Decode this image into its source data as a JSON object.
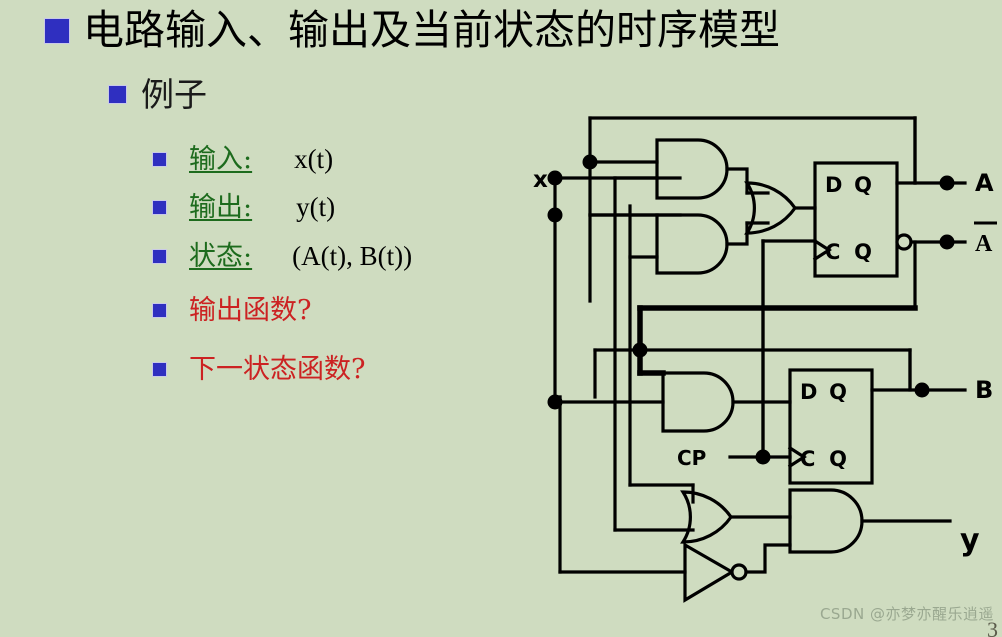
{
  "slide": {
    "background_color": "#cfdcc0",
    "bullet_color": "#2f2fc0",
    "title": "电路输入、输出及当前状态的时序模型",
    "subtitle": "例子",
    "page_number": "3",
    "watermark": "CSDN @亦梦亦醒乐逍遥"
  },
  "bullets": [
    {
      "label": "输入:",
      "value": "x(t)",
      "color": "#1d6b1d",
      "underline": true
    },
    {
      "label": "输出:",
      "value": "y(t)",
      "color": "#1d6b1d",
      "underline": true
    },
    {
      "label": "状态:",
      "value": "(A(t), B(t))",
      "color": "#1d6b1d",
      "underline": true
    },
    {
      "label": "输出函数?",
      "value": "",
      "color": "#cc2222",
      "underline": false
    },
    {
      "label": "下一状态函数?",
      "value": "",
      "color": "#cc2222",
      "underline": false
    }
  ],
  "circuit": {
    "input_label": "x",
    "clock_label": "CP",
    "outputs": [
      {
        "name": "A"
      },
      {
        "name": "A",
        "overline": true
      },
      {
        "name": "B"
      },
      {
        "name": "y"
      }
    ],
    "flipflops": [
      {
        "d": "D",
        "c": "C",
        "q": "Q",
        "qbar": "Q",
        "out": "A",
        "out_bar": "A"
      },
      {
        "d": "D",
        "c": "C",
        "q": "Q",
        "qbar": "Q",
        "out": "B"
      }
    ],
    "gates": [
      {
        "type": "and",
        "id": "and1"
      },
      {
        "type": "and",
        "id": "and2"
      },
      {
        "type": "or",
        "id": "or1"
      },
      {
        "type": "and",
        "id": "and3"
      },
      {
        "type": "or",
        "id": "or2"
      },
      {
        "type": "not",
        "id": "not1"
      },
      {
        "type": "and",
        "id": "and4"
      }
    ]
  }
}
